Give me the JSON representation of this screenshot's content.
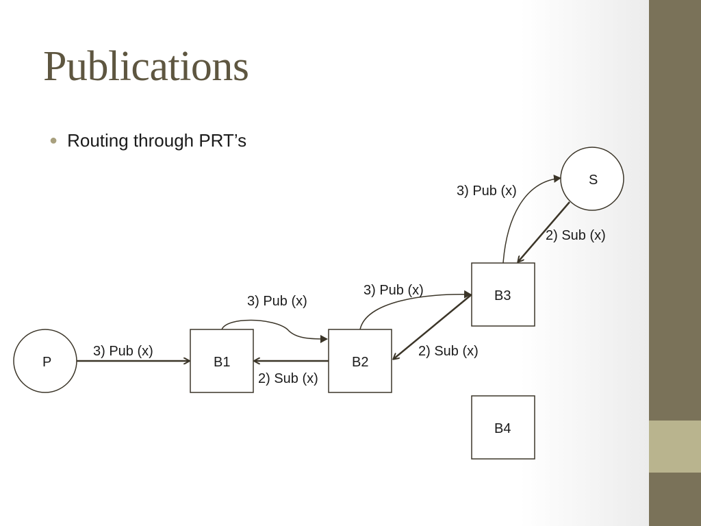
{
  "slide": {
    "title": "Publications",
    "bullet": "Routing through PRT’s"
  },
  "diagram": {
    "nodes": {
      "p": "P",
      "s": "S",
      "b1": "B1",
      "b2": "B2",
      "b3": "B3",
      "b4": "B4"
    },
    "edge_labels": {
      "p_to_b1_pub": "3) Pub (x)",
      "b1_to_b2_pub": "3) Pub (x)",
      "b2_to_b1_sub": "2) Sub (x)",
      "b2_to_b3_pub": "3) Pub (x)",
      "b3_to_b2_sub": "2) Sub (x)",
      "b3_to_s_pub": "3) Pub (x)",
      "s_to_b3_sub": "2) Sub (x)"
    }
  },
  "colors": {
    "title": "#5e5640",
    "side_bar": "#7a7259",
    "side_accent": "#b9b48e",
    "bullet_dot": "#a8a07e",
    "stroke": "#3b3528"
  }
}
